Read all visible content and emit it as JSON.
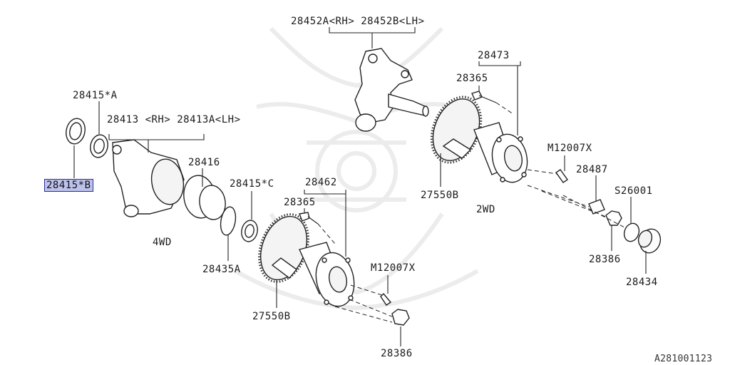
{
  "diagram": {
    "reference_code": "A281001123",
    "selected_part": "28415*B",
    "labels": {
      "knuckle_2wd": "28452A<RH> 28452B<LH>",
      "hub_2wd": "28473",
      "bolt_2wd": "28365",
      "bolt_m_2wd": "M12007X",
      "washer_2wd": "28487",
      "cotter_2wd": "S26001",
      "abs_rotor_2wd": "27550B",
      "label_2wd": "2WD",
      "nut_2wd": "28386",
      "cap_2wd": "28434",
      "seal_a": "28415*A",
      "housing_4wd": "28413  <RH> 28413A<LH>",
      "bearing_4wd": "28416",
      "seal_b": "28415*B",
      "label_4wd": "4WD",
      "seal_c": "28415*C",
      "hub_4wd": "28462",
      "bolt_4wd": "28365",
      "snap_ring": "28435A",
      "bolt_m_4wd": "M12007X",
      "abs_rotor_4wd": "27550B",
      "nut_4wd": "28386"
    }
  }
}
